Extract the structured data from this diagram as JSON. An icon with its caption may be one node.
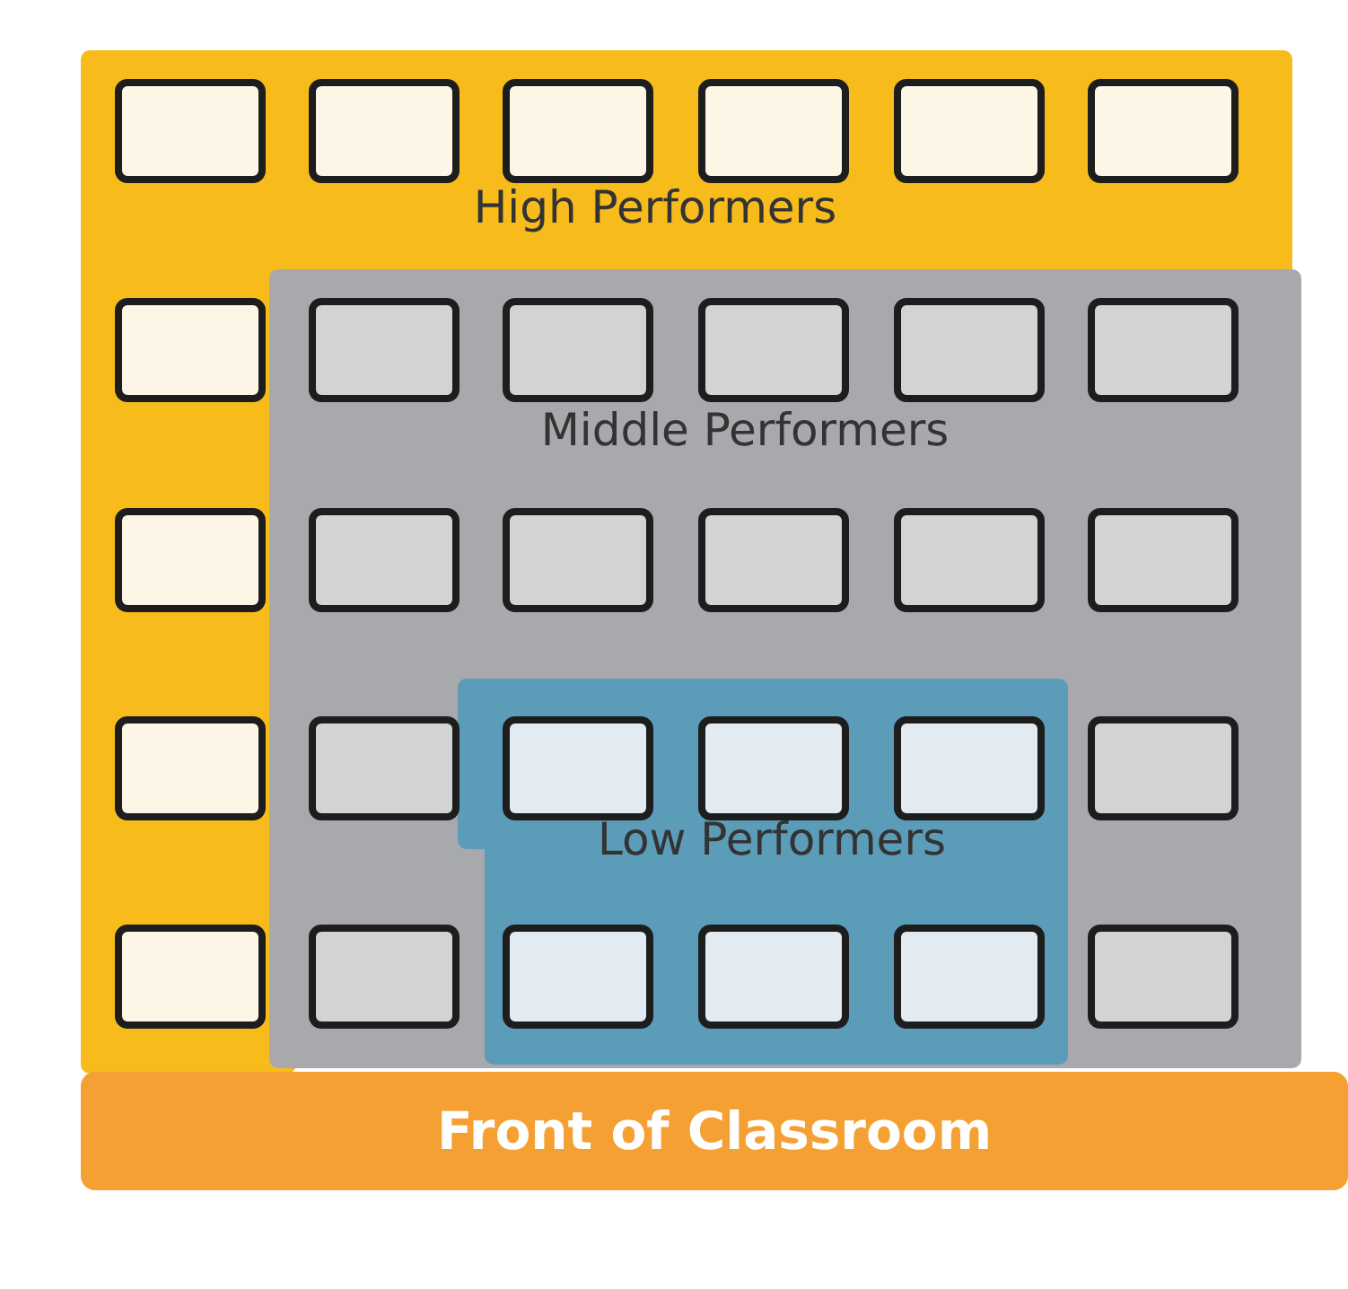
{
  "diagram": {
    "nodes": [
      {
        "text": [
          "High Performers"
        ]
      },
      {
        "text": [
          "Middle Performers"
        ]
      },
      {
        "text": [
          "Low Performers"
        ],
        "in": 1
      },
      {
        "text": [
          "Front of Classroom"
        ]
      },
      {
        "text": [],
        "shape": "box",
        "in": 0
      },
      {
        "text": [],
        "shape": "box",
        "in": 0
      },
      {
        "text": [],
        "shape": "box",
        "in": 0
      },
      {
        "text": [],
        "shape": "box",
        "in": 0
      },
      {
        "text": [],
        "shape": "box",
        "in": 0
      },
      {
        "text": [],
        "shape": "box",
        "in": 0
      },
      {
        "text": [],
        "shape": "box",
        "in": 0
      },
      {
        "text": [],
        "shape": "box",
        "in": 1
      },
      {
        "text": [],
        "shape": "box",
        "in": 1
      },
      {
        "text": [],
        "shape": "box",
        "in": 1
      },
      {
        "text": [],
        "shape": "box",
        "in": 1
      },
      {
        "text": [],
        "shape": "box",
        "in": 1
      },
      {
        "text": [],
        "shape": "box",
        "in": 0
      },
      {
        "text": [],
        "shape": "box",
        "in": 1
      },
      {
        "text": [],
        "shape": "box",
        "in": 1
      },
      {
        "text": [],
        "shape": "box",
        "in": 1
      },
      {
        "text": [],
        "shape": "box",
        "in": 1
      },
      {
        "text": [],
        "shape": "box",
        "in": 1
      },
      {
        "text": [],
        "shape": "box",
        "in": 0
      },
      {
        "text": [],
        "shape": "box",
        "in": 1
      },
      {
        "text": [],
        "shape": "box",
        "in": 2
      },
      {
        "text": [],
        "shape": "box",
        "in": 2
      },
      {
        "text": [],
        "shape": "box",
        "in": 2
      },
      {
        "text": [],
        "shape": "box",
        "in": 1
      },
      {
        "text": [],
        "shape": "box",
        "in": 0
      },
      {
        "text": [],
        "shape": "box",
        "in": 1
      },
      {
        "text": [],
        "shape": "box",
        "in": 2
      },
      {
        "text": [],
        "shape": "box",
        "in": 2
      },
      {
        "text": [],
        "shape": "box",
        "in": 2
      },
      {
        "text": [],
        "shape": "box",
        "in": 1
      }
    ]
  }
}
